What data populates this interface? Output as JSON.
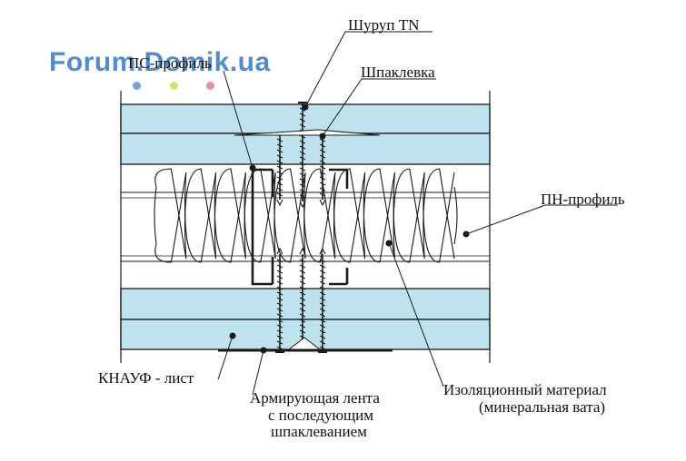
{
  "watermark": {
    "text": "Forum.Domik.ua",
    "dot_colors": [
      "#6fa8dc",
      "#d9e06a",
      "#e58fb0"
    ]
  },
  "colors": {
    "board_fill": "#bfe3ee",
    "line": "#1a1a1a"
  },
  "labels": {
    "screw": "Шуруп TN",
    "ps_profile": "ПС-профиль",
    "putty": "Шпаклевка",
    "pn_profile": "ПН-профиль",
    "knauf_sheet": "КНАУФ - лист",
    "insulation_line1": "Изоляционный материал",
    "insulation_line2": "(минеральная вата)",
    "tape_line1": "Армирующая лента",
    "tape_line2": "с последующим",
    "tape_line3": "шпаклеванием"
  }
}
